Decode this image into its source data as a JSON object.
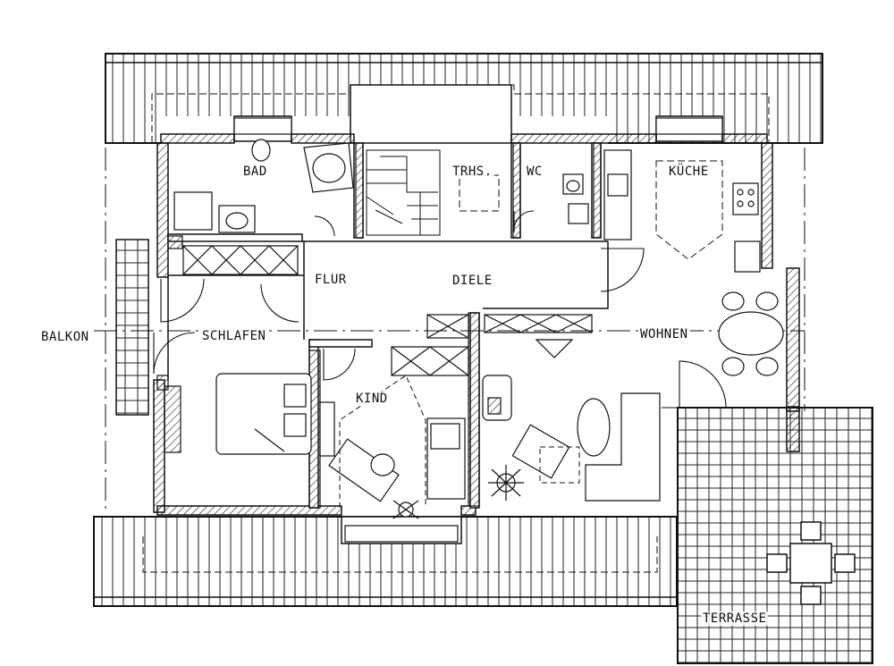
{
  "floorplan": {
    "rooms": {
      "bad": "BAD",
      "trhs": "TRHS.",
      "wc": "WC",
      "kueche": "KÜCHE",
      "flur": "FLUR",
      "diele": "DIELE",
      "balkon": "BALKON",
      "schlafen": "SCHLAFEN",
      "wohnen": "WOHNEN",
      "kind": "KIND",
      "terrasse": "TERRASSE"
    }
  }
}
